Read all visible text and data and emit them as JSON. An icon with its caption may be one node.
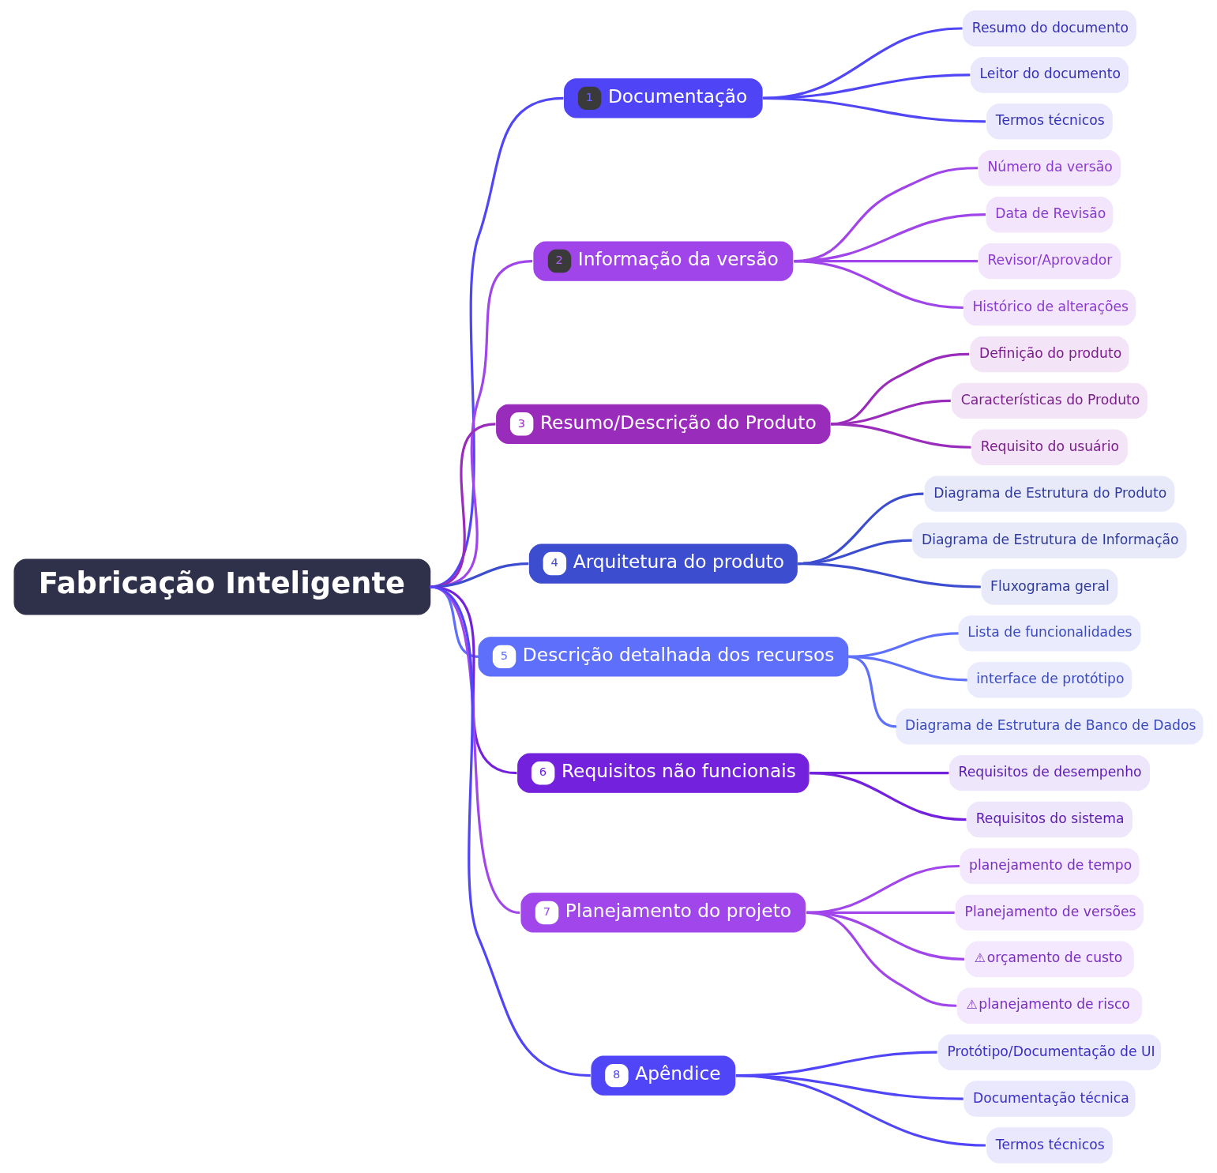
{
  "diagram": {
    "nodes": [
      {
        "text": [
          "Fabricação Inteligente"
        ]
      },
      {
        "text": [
          "1",
          "Documentação"
        ]
      },
      {
        "text": [
          "Resumo do documento"
        ]
      },
      {
        "text": [
          "Leitor do documento"
        ]
      },
      {
        "text": [
          "Termos técnicos"
        ]
      },
      {
        "text": [
          "2",
          "Informação da versão"
        ]
      },
      {
        "text": [
          "Número da versão"
        ]
      },
      {
        "text": [
          "Data de Revisão"
        ]
      },
      {
        "text": [
          "Revisor/Aprovador"
        ]
      },
      {
        "text": [
          "Histórico de alterações"
        ]
      },
      {
        "text": [
          "3",
          "Resumo/Descrição do Produto"
        ]
      },
      {
        "text": [
          "Definição do produto"
        ]
      },
      {
        "text": [
          "Características do Produto"
        ]
      },
      {
        "text": [
          "Requisito do usuário"
        ]
      },
      {
        "text": [
          "4",
          "Arquitetura do produto"
        ]
      },
      {
        "text": [
          "Diagrama de Estrutura do Produto"
        ]
      },
      {
        "text": [
          "Diagrama de Estrutura de Informação"
        ]
      },
      {
        "text": [
          "Fluxograma geral"
        ]
      },
      {
        "text": [
          "5",
          "Descrição detalhada dos recursos"
        ]
      },
      {
        "text": [
          "Lista de funcionalidades"
        ]
      },
      {
        "text": [
          "interface de protótipo"
        ]
      },
      {
        "text": [
          "Diagrama de Estrutura de Banco de Dados"
        ]
      },
      {
        "text": [
          "6",
          "Requisitos não funcionais"
        ]
      },
      {
        "text": [
          "Requisitos de desempenho"
        ]
      },
      {
        "text": [
          "Requisitos do sistema"
        ]
      },
      {
        "text": [
          "7",
          "Planejamento do projeto"
        ]
      },
      {
        "text": [
          "planejamento de tempo"
        ]
      },
      {
        "text": [
          "Planejamento de versões"
        ]
      },
      {
        "text": [
          "⚠",
          "orçamento de custo"
        ]
      },
      {
        "text": [
          "⚠",
          "planejamento de risco"
        ]
      },
      {
        "text": [
          "8",
          "Apêndice"
        ]
      },
      {
        "text": [
          "Protótipo/Documentação de UI"
        ]
      },
      {
        "text": [
          "Documentação técnica"
        ]
      },
      {
        "text": [
          "Termos técnicos"
        ]
      }
    ],
    "edges": [
      {
        "from": 0,
        "to": 1,
        "arrow": "none",
        "color": "#5046f5"
      },
      {
        "from": 1,
        "to": 2,
        "arrow": "none",
        "color": "#5046f5"
      },
      {
        "from": 1,
        "to": 3,
        "arrow": "none",
        "color": "#5046f5"
      },
      {
        "from": 1,
        "to": 4,
        "arrow": "none",
        "color": "#5046f5"
      },
      {
        "from": 0,
        "to": 5,
        "arrow": "none",
        "color": "#a045e9"
      },
      {
        "from": 5,
        "to": 6,
        "arrow": "none",
        "color": "#a045e9"
      },
      {
        "from": 5,
        "to": 7,
        "arrow": "none",
        "color": "#a045e9"
      },
      {
        "from": 5,
        "to": 8,
        "arrow": "none",
        "color": "#a045e9"
      },
      {
        "from": 5,
        "to": 9,
        "arrow": "none",
        "color": "#a045e9"
      },
      {
        "from": 0,
        "to": 10,
        "arrow": "none",
        "color": "#9a2cbc"
      },
      {
        "from": 10,
        "to": 11,
        "arrow": "none",
        "color": "#9a2cbc"
      },
      {
        "from": 10,
        "to": 12,
        "arrow": "none",
        "color": "#9a2cbc"
      },
      {
        "from": 10,
        "to": 13,
        "arrow": "none",
        "color": "#9a2cbc"
      },
      {
        "from": 0,
        "to": 14,
        "arrow": "none",
        "color": "#3d4dcf"
      },
      {
        "from": 14,
        "to": 15,
        "arrow": "none",
        "color": "#3d4dcf"
      },
      {
        "from": 14,
        "to": 16,
        "arrow": "none",
        "color": "#3d4dcf"
      },
      {
        "from": 14,
        "to": 17,
        "arrow": "none",
        "color": "#3d4dcf"
      },
      {
        "from": 0,
        "to": 18,
        "arrow": "none",
        "color": "#5d6ffb"
      },
      {
        "from": 18,
        "to": 19,
        "arrow": "none",
        "color": "#5d6ffb"
      },
      {
        "from": 18,
        "to": 20,
        "arrow": "none",
        "color": "#5d6ffb"
      },
      {
        "from": 18,
        "to": 21,
        "arrow": "none",
        "color": "#5d6ffb"
      },
      {
        "from": 0,
        "to": 22,
        "arrow": "none",
        "color": "#7421dd"
      },
      {
        "from": 22,
        "to": 23,
        "arrow": "none",
        "color": "#7421dd"
      },
      {
        "from": 22,
        "to": 24,
        "arrow": "none",
        "color": "#7421dd"
      },
      {
        "from": 0,
        "to": 25,
        "arrow": "none",
        "color": "#a146eb"
      },
      {
        "from": 25,
        "to": 26,
        "arrow": "none",
        "color": "#a146eb"
      },
      {
        "from": 25,
        "to": 27,
        "arrow": "none",
        "color": "#a146eb"
      },
      {
        "from": 25,
        "to": 28,
        "arrow": "none",
        "color": "#a146eb"
      },
      {
        "from": 25,
        "to": 29,
        "arrow": "none",
        "color": "#a146eb"
      },
      {
        "from": 0,
        "to": 30,
        "arrow": "none",
        "color": "#5046f8"
      },
      {
        "from": 30,
        "to": 31,
        "arrow": "none",
        "color": "#5046f8"
      },
      {
        "from": 30,
        "to": 32,
        "arrow": "none",
        "color": "#5046f8"
      },
      {
        "from": 30,
        "to": 33,
        "arrow": "none",
        "color": "#5046f8"
      }
    ]
  }
}
